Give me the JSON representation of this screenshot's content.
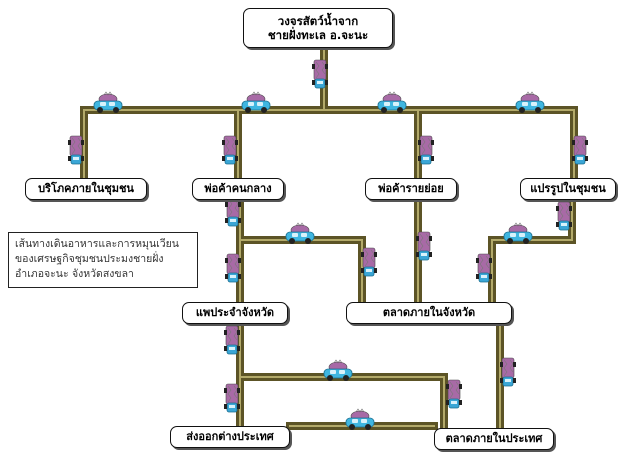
{
  "diagram": {
    "title_lines": [
      "วงจรสัตว์น้ำจาก",
      "ชายฝั่งทะเล อ.จะนะ"
    ],
    "nodes": {
      "community_consumption": "บริโภคภายในชุมชน",
      "middleman": "พ่อค้าคนกลาง",
      "retailer": "พ่อค้ารายย่อย",
      "community_processing": "แปรรูปในชุมชน",
      "provincial_pier": "แพประจำจังหวัด",
      "provincial_market": "ตลาดภายในจังหวัด",
      "export": "ส่งออกต่างประเทศ",
      "domestic_market": "ตลาดภายในประเทศ"
    },
    "caption_lines": [
      "เส้นทางเดินอาหารและการหมุนเวียน",
      "ของเศรษฐกิจชุมชนประมงชายฝั่ง",
      "อำเภอจะนะ จังหวัดสงขลา"
    ]
  },
  "colors": {
    "road_fill": "#5c5426",
    "road_stripe": "#b3aa6a",
    "car_body": "#3fb6e0",
    "truck_body": "#3aa6d6",
    "cargo": "#a86aa6"
  },
  "icons": {
    "vehicle": "fish-truck-icon",
    "car": "fish-car-icon"
  }
}
